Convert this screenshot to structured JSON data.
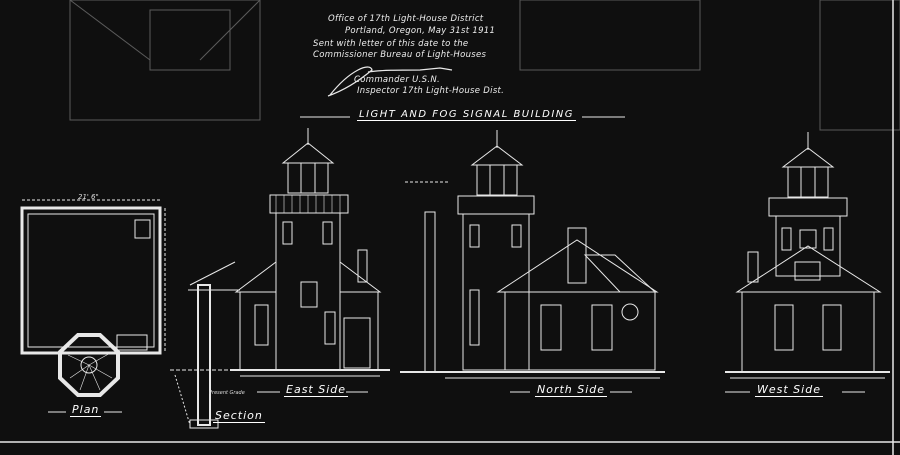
{
  "header": {
    "lines": [
      "Office of 17th Light-House District",
      "Portland, Oregon, May 31st 1911",
      "Sent with letter of this date to the",
      "Commissioner Bureau of Light-Houses"
    ],
    "signature_title": [
      "Commander U.S.N.",
      "Inspector 17th Light-House Dist."
    ],
    "signature": "J. M. Ellicott"
  },
  "drawing_title": "LIGHT AND FOG SIGNAL BUILDING",
  "views": {
    "plan": "Plan",
    "section": "Section",
    "east": "East Side",
    "north": "North Side",
    "west": "West Side"
  },
  "annotations": {
    "present_grade": "Present Grade",
    "plan_width": "21' 6\""
  }
}
